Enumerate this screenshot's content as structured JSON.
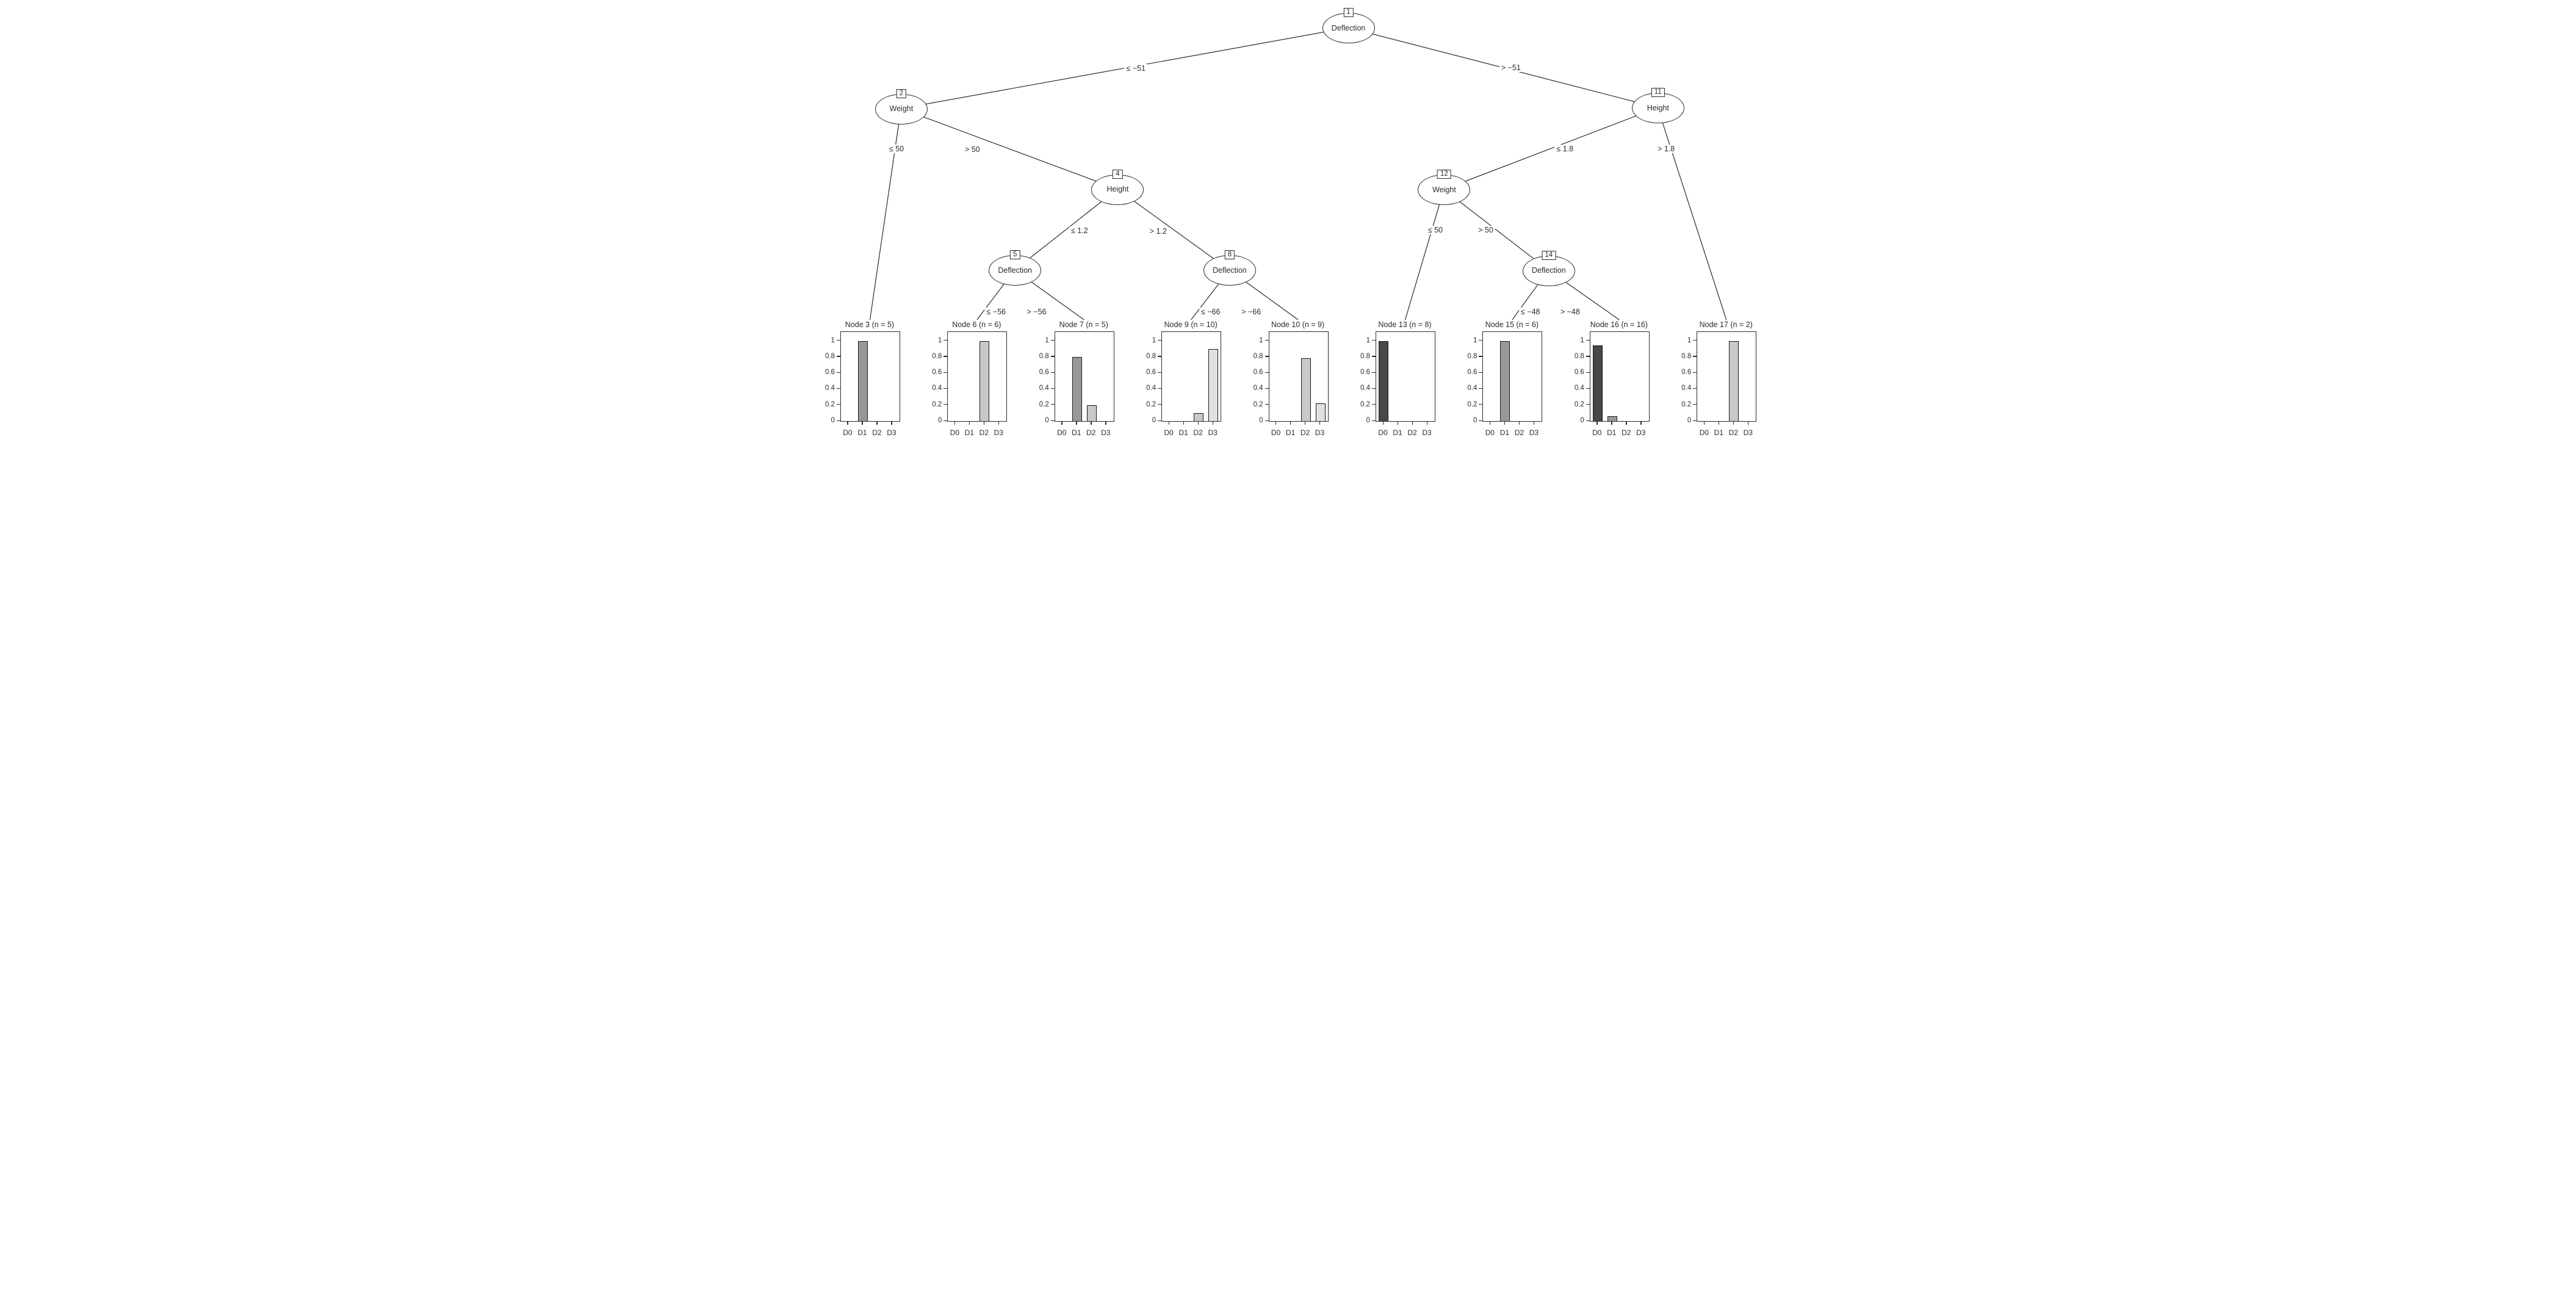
{
  "figure": {
    "background_color": "#ffffff",
    "line_color": "#2b2b2b",
    "text_color": "#2b2b2b"
  },
  "chart_data": {
    "type": "bar",
    "subtype": "decision-tree-with-terminal-barplots",
    "title": "",
    "categories": [
      "D0",
      "D1",
      "D2",
      "D3"
    ],
    "bar_colors": [
      "#474747",
      "#989898",
      "#C8C8C8",
      "#E0E0E0"
    ],
    "y_ticks": [
      0,
      0.2,
      0.4,
      0.6,
      0.8,
      1
    ],
    "y_tick_labels": [
      "0",
      "0.2",
      "0.4",
      "0.6",
      "0.8",
      "1"
    ],
    "ylim": [
      0,
      1.1
    ],
    "grid": "off",
    "legend": "none",
    "tree": {
      "inner_nodes": [
        {
          "id": "1",
          "variable": "Deflection",
          "x": 0.5628,
          "y": 0.0574
        },
        {
          "id": "2",
          "variable": "Weight",
          "x": 0.0937,
          "y": 0.2252
        },
        {
          "id": "4",
          "variable": "Height",
          "x": 0.3207,
          "y": 0.3922
        },
        {
          "id": "5",
          "variable": "Deflection",
          "x": 0.213,
          "y": 0.56
        },
        {
          "id": "8",
          "variable": "Deflection",
          "x": 0.4382,
          "y": 0.56
        },
        {
          "id": "11",
          "variable": "Height",
          "x": 0.8875,
          "y": 0.2233
        },
        {
          "id": "12",
          "variable": "Weight",
          "x": 0.6632,
          "y": 0.393
        },
        {
          "id": "14",
          "variable": "Deflection",
          "x": 0.7729,
          "y": 0.5602
        }
      ],
      "edges": [
        {
          "from": "1",
          "to": "2",
          "label": "≤ −51",
          "lx": 0.3404,
          "ly": 0.1424
        },
        {
          "from": "1",
          "to": "11",
          "label": "> −51",
          "lx": 0.7339,
          "ly": 0.1406
        },
        {
          "from": "2",
          "to": "3",
          "label": "≤ 50",
          "lx": 0.0893,
          "ly": 0.3094
        },
        {
          "from": "2",
          "to": "4",
          "label": "> 50",
          "lx": 0.1689,
          "ly": 0.3103
        },
        {
          "from": "11",
          "to": "12",
          "label": "≤ 1.8",
          "lx": 0.7905,
          "ly": 0.3094
        },
        {
          "from": "11",
          "to": "17",
          "label": "> 1.8",
          "lx": 0.8967,
          "ly": 0.3094
        },
        {
          "from": "4",
          "to": "5",
          "label": "≤ 1.2",
          "lx": 0.2812,
          "ly": 0.4791
        },
        {
          "from": "4",
          "to": "8",
          "label": "> 1.2",
          "lx": 0.3638,
          "ly": 0.4796
        },
        {
          "from": "12",
          "to": "13",
          "label": "≤ 50",
          "lx": 0.6546,
          "ly": 0.4777
        },
        {
          "from": "12",
          "to": "14",
          "label": "> 50",
          "lx": 0.7074,
          "ly": 0.4777
        },
        {
          "from": "5",
          "to": "6",
          "label": "≤ −56",
          "lx": 0.1938,
          "ly": 0.6469
        },
        {
          "from": "5",
          "to": "7",
          "label": "> −56",
          "lx": 0.2362,
          "ly": 0.6469
        },
        {
          "from": "8",
          "to": "9",
          "label": "≤ −66",
          "lx": 0.4188,
          "ly": 0.6469
        },
        {
          "from": "8",
          "to": "10",
          "label": "> −66",
          "lx": 0.4614,
          "ly": 0.6469
        },
        {
          "from": "14",
          "to": "15",
          "label": "≤ −48",
          "lx": 0.7543,
          "ly": 0.6469
        },
        {
          "from": "14",
          "to": "16",
          "label": "> −48",
          "lx": 0.796,
          "ly": 0.6469
        }
      ]
    },
    "terminal_nodes": [
      {
        "id": "3",
        "title": "Node 3 (n = 5)",
        "n": 5,
        "x": 0.0611,
        "values": [
          0,
          1,
          0,
          0
        ]
      },
      {
        "id": "6",
        "title": "Node 6 (n = 6)",
        "n": 6,
        "x": 0.1734,
        "values": [
          0,
          0,
          1,
          0
        ]
      },
      {
        "id": "7",
        "title": "Node 7 (n = 5)",
        "n": 5,
        "x": 0.2857,
        "values": [
          0,
          0.8,
          0.2,
          0
        ]
      },
      {
        "id": "9",
        "title": "Node 9 (n = 10)",
        "n": 10,
        "x": 0.398,
        "values": [
          0,
          0,
          0.1,
          0.9
        ]
      },
      {
        "id": "10",
        "title": "Node 10 (n = 9)",
        "n": 9,
        "x": 0.5103,
        "values": [
          0,
          0,
          0.78,
          0.22
        ]
      },
      {
        "id": "13",
        "title": "Node 13 (n = 8)",
        "n": 8,
        "x": 0.6226,
        "values": [
          1,
          0,
          0,
          0
        ]
      },
      {
        "id": "15",
        "title": "Node 15 (n = 6)",
        "n": 6,
        "x": 0.7349,
        "values": [
          0,
          1,
          0,
          0
        ]
      },
      {
        "id": "16",
        "title": "Node 16 (n = 16)",
        "n": 16,
        "x": 0.8472,
        "values": [
          0.94,
          0.06,
          0,
          0
        ]
      },
      {
        "id": "17",
        "title": "Node 17 (n = 2)",
        "n": 2,
        "x": 0.9595,
        "values": [
          0,
          0,
          1,
          0
        ]
      }
    ]
  }
}
